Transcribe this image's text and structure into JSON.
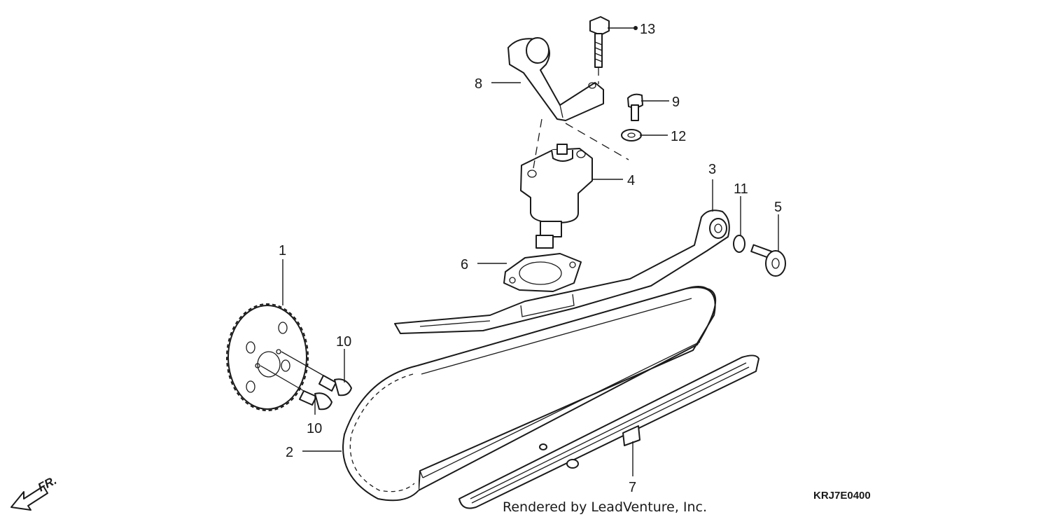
{
  "callouts": {
    "c1": "1",
    "c2": "2",
    "c3": "3",
    "c4": "4",
    "c5": "5",
    "c6": "6",
    "c7": "7",
    "c8": "8",
    "c9": "9",
    "c10a": "10",
    "c10b": "10",
    "c11": "11",
    "c12": "12",
    "c13": "13"
  },
  "diagram_code": "KRJ7E0400",
  "credit": "Rendered by LeadVenture, Inc.",
  "direction_label": "FR."
}
